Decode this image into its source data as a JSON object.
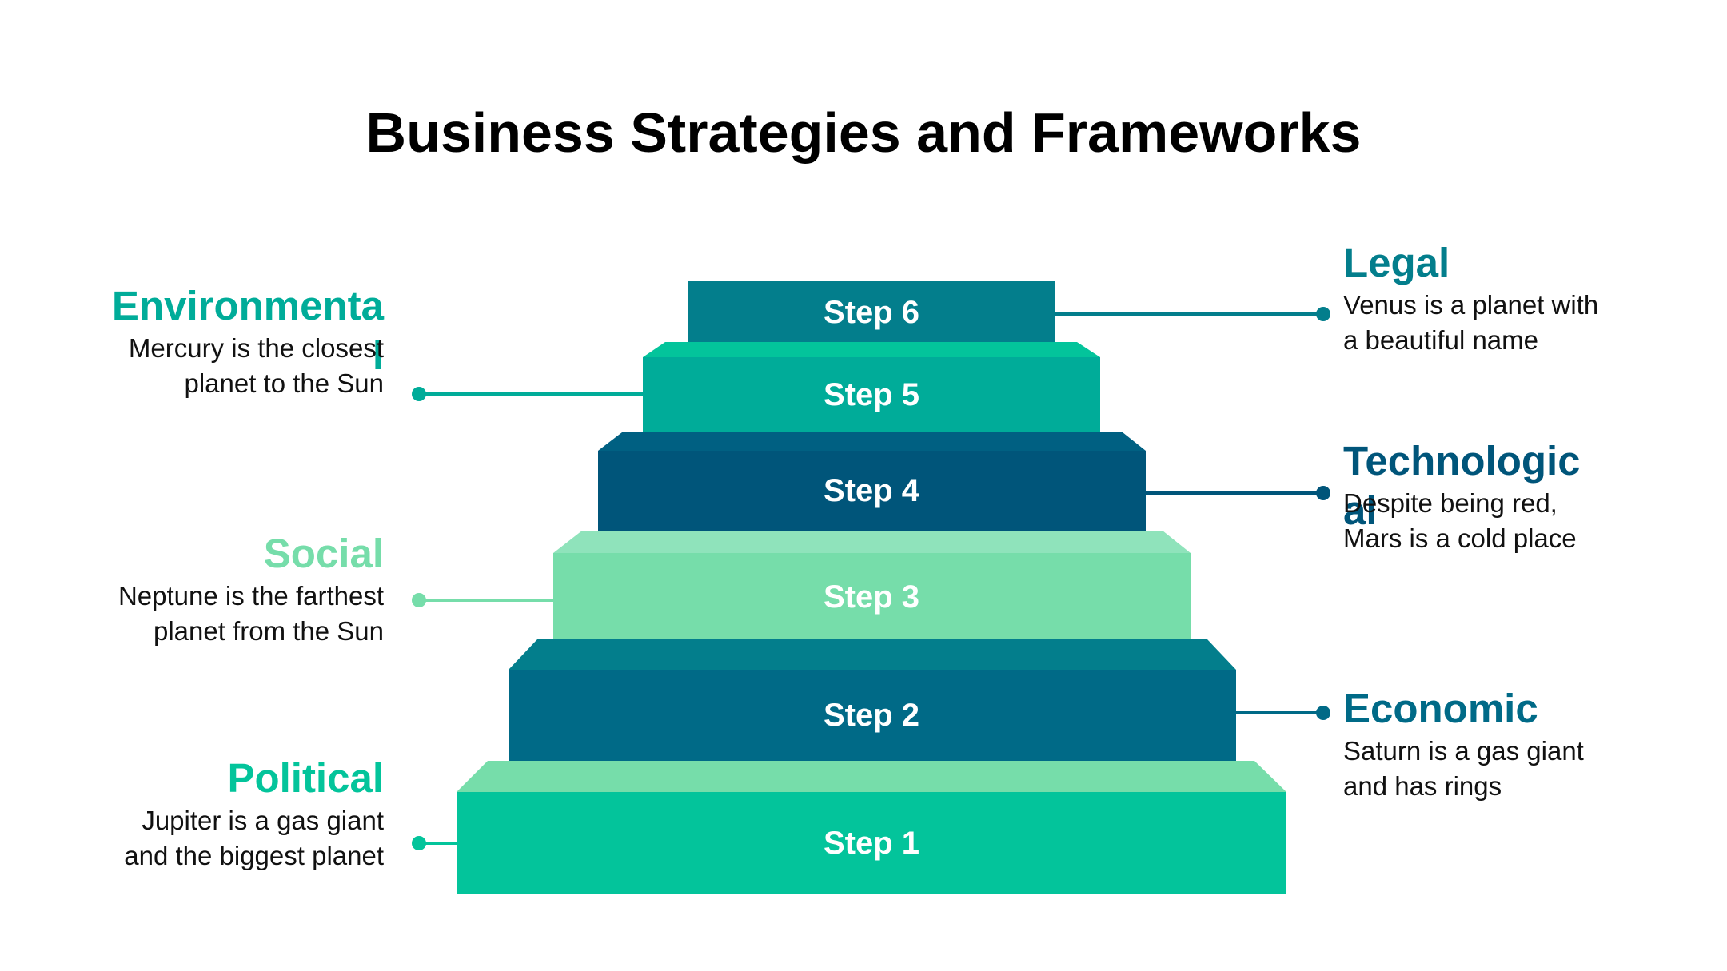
{
  "title": "Business Strategies and Frameworks",
  "colors": {
    "teal_dark": "#037E8C",
    "teal_mid": "#00AC99",
    "navy": "#00557A",
    "mint": "#76DDAA",
    "blue": "#006A87",
    "green": "#03C49B",
    "text": "#111111"
  },
  "steps": [
    {
      "label": "Step 1",
      "color": "#03C49B",
      "top_color": "#76DDAA"
    },
    {
      "label": "Step 2",
      "color": "#006A87",
      "top_color": "#037E8C"
    },
    {
      "label": "Step 3",
      "color": "#76DDAA",
      "top_color": "#8FE3BB"
    },
    {
      "label": "Step 4",
      "color": "#00557A",
      "top_color": "#006082"
    },
    {
      "label": "Step 5",
      "color": "#00AC99",
      "top_color": "#03C49B"
    },
    {
      "label": "Step 6",
      "color": "#037E8C",
      "top_color": "#037E8C"
    }
  ],
  "left_blocks": [
    {
      "title": "Environmental",
      "title_color": "#00AC99",
      "text_line1": "Mercury is the closest",
      "text_line2": "planet to the Sun"
    },
    {
      "title": "Social",
      "title_color": "#76DDAA",
      "text_line1": "Neptune is the farthest",
      "text_line2": "planet from the Sun"
    },
    {
      "title": "Political",
      "title_color": "#03C49B",
      "text_line1": "Jupiter is a gas giant",
      "text_line2": "and the biggest planet"
    }
  ],
  "right_blocks": [
    {
      "title": "Legal",
      "title_color": "#037E8C",
      "text_line1": "Venus is a planet with",
      "text_line2": "a beautiful name"
    },
    {
      "title": "Technological",
      "title_color": "#00557A",
      "text_line1": "Despite being red,",
      "text_line2": "Mars is a cold place"
    },
    {
      "title": "Economic",
      "title_color": "#006A87",
      "text_line1": "Saturn is a gas giant",
      "text_line2": "and has rings"
    }
  ]
}
